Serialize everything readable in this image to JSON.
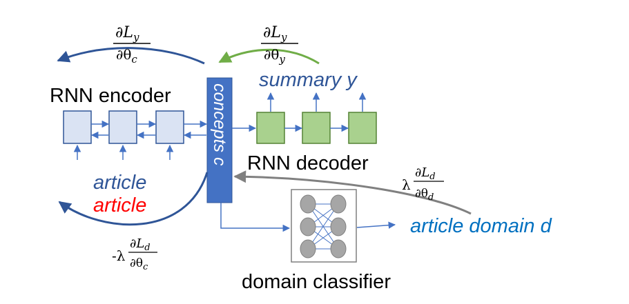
{
  "labels": {
    "encoder": "RNN encoder",
    "decoder": "RNN decoder",
    "concepts": "concepts c",
    "summary": "summary y",
    "article_input": "article",
    "article_reversed": "article",
    "domain_output": "article domain d",
    "domain_classifier": "domain classifier"
  },
  "gradients": {
    "grad_Ly_theta_c": {
      "num_d": "∂",
      "num_var": "L",
      "num_sub": "y",
      "den_d": "∂",
      "den_var": "θ",
      "den_sub": "c"
    },
    "grad_Ly_theta_y": {
      "num_d": "∂",
      "num_var": "L",
      "num_sub": "y",
      "den_d": "∂",
      "den_var": "θ",
      "den_sub": "y"
    },
    "grad_Ld_theta_d": {
      "prefix": "λ",
      "num_d": "∂",
      "num_var": "L",
      "num_sub": "d",
      "den_d": "∂",
      "den_var": "θ",
      "den_sub": "d"
    },
    "grad_Ld_theta_c": {
      "prefix": "-λ",
      "num_d": "∂",
      "num_var": "L",
      "num_sub": "d",
      "den_d": "∂",
      "den_var": "θ",
      "den_sub": "c"
    }
  },
  "colors": {
    "blue_dark": "#2f5597",
    "blue_line": "#4472c4",
    "blue_light": "#0070c0",
    "green_arrow": "#70ad47",
    "green_cell_fill": "#a9d18e",
    "encoder_cell_fill": "#dae3f3",
    "concept_bar_fill": "#4472c4",
    "red": "#ff0000",
    "gray_arrow": "#808080"
  }
}
